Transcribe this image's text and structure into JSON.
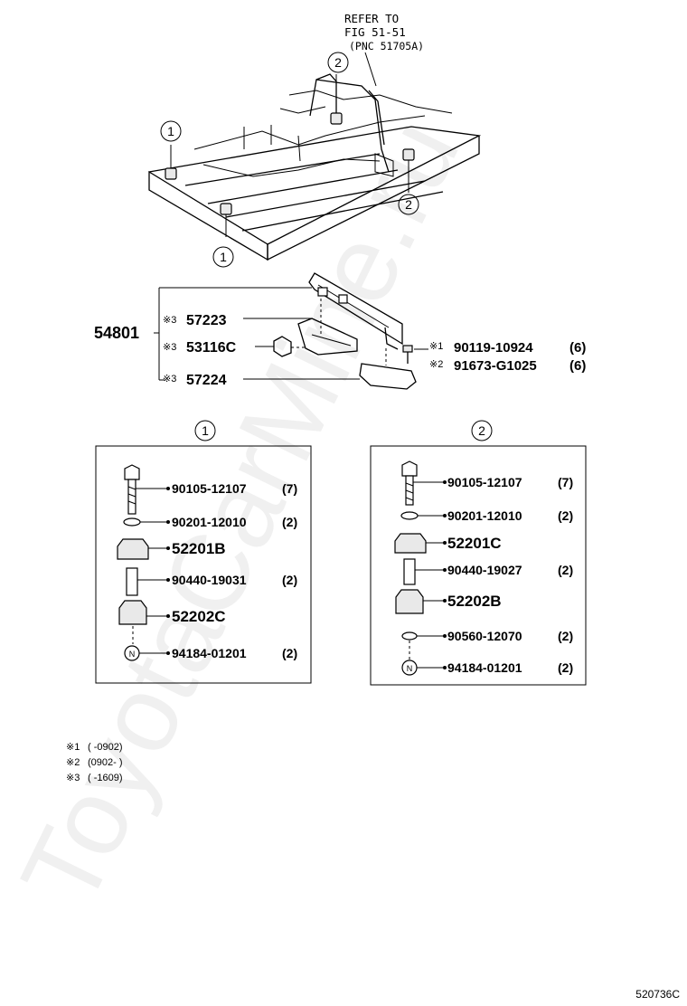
{
  "refer": {
    "line1": "REFER TO",
    "line2": "FIG 51-51",
    "line3": "(PNC 51705A)"
  },
  "callouts": {
    "c1": "1",
    "c2": "2"
  },
  "assembly": {
    "number": "54801",
    "items": [
      {
        "mark": "※3",
        "part": "57223"
      },
      {
        "mark": "※3",
        "part": "53116C"
      },
      {
        "mark": "※3",
        "part": "57224"
      }
    ],
    "bolts": [
      {
        "mark": "※1",
        "part": "90119-10924",
        "qty": "(6)"
      },
      {
        "mark": "※2",
        "part": "91673-G1025",
        "qty": "(6)"
      }
    ]
  },
  "box1": {
    "callout": "1",
    "items": [
      {
        "part": "90105-12107",
        "qty": "(7)"
      },
      {
        "part": "90201-12010",
        "qty": "(2)"
      },
      {
        "part": "52201B",
        "qty": ""
      },
      {
        "part": "90440-19031",
        "qty": "(2)"
      },
      {
        "part": "52202C",
        "qty": ""
      },
      {
        "part": "94184-01201",
        "qty": "(2)"
      }
    ]
  },
  "box2": {
    "callout": "2",
    "items": [
      {
        "part": "90105-12107",
        "qty": "(7)"
      },
      {
        "part": "90201-12010",
        "qty": "(2)"
      },
      {
        "part": "52201C",
        "qty": ""
      },
      {
        "part": "90440-19027",
        "qty": "(2)"
      },
      {
        "part": "52202B",
        "qty": ""
      },
      {
        "part": "90560-12070",
        "qty": "(2)"
      },
      {
        "part": "94184-01201",
        "qty": "(2)"
      }
    ]
  },
  "nut_mark": "N",
  "notes": [
    {
      "mark": "※1",
      "text": "(      -0902)"
    },
    {
      "mark": "※2",
      "text": "(0902-      )"
    },
    {
      "mark": "※3",
      "text": "(      -1609)"
    }
  ],
  "watermark": "ToyotaCarMine.ru",
  "figure_id": "520736C"
}
